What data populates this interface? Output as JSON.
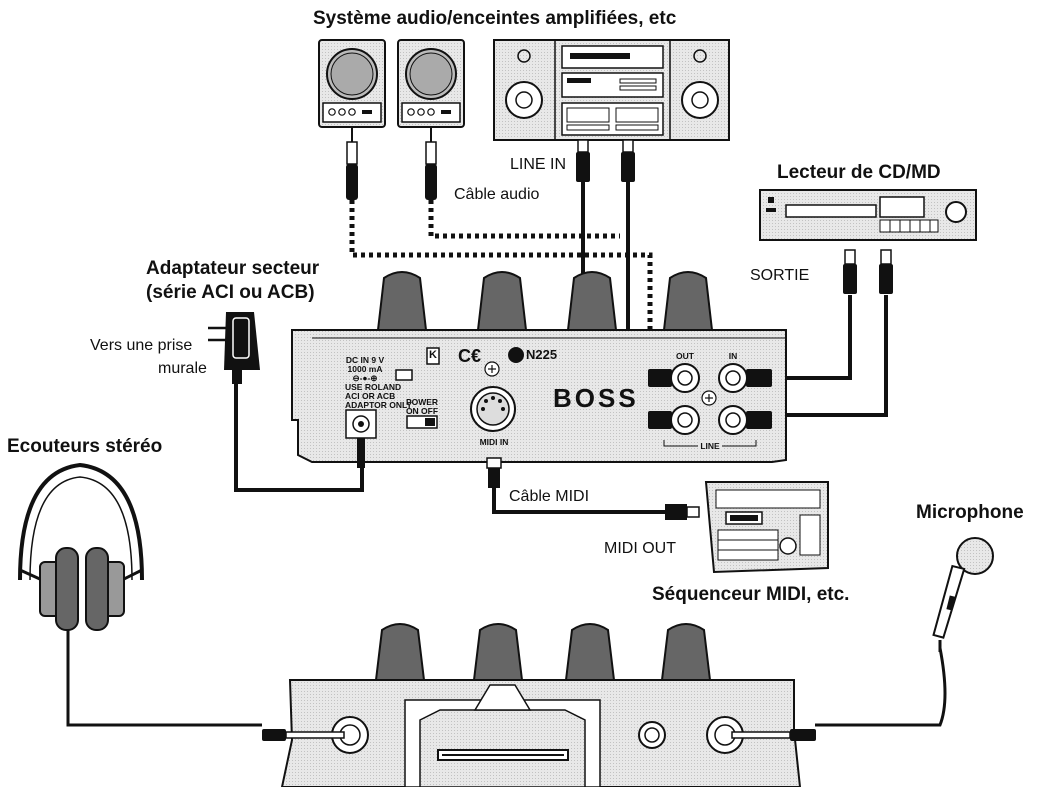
{
  "labels": {
    "audio_system": "Système audio/enceintes amplifiées, etc",
    "cd_player": "Lecteur de CD/MD",
    "adapter_line1": "Adaptateur secteur",
    "adapter_line2": "(série ACI ou ACB)",
    "wall_line1": "Vers une prise",
    "wall_line2": "murale",
    "headphones": "Ecouteurs stéréo",
    "line_in": "LINE IN",
    "audio_cable": "Câble audio",
    "sortie": "SORTIE",
    "midi_cable": "Câble MIDI",
    "midi_out": "MIDI OUT",
    "sequencer": "Séquenceur MIDI, etc.",
    "microphone": "Microphone"
  },
  "panel": {
    "dc_in_1": "DC IN 9 V",
    "dc_in_2": "1000 mA",
    "polarity": "⊖-●-⊕",
    "use_roland": "USE ROLAND",
    "aci_acb": "ACI OR ACB",
    "adaptor_only": "ADAPTOR ONLY",
    "power": "POWER",
    "on_off": "ON  OFF",
    "ce": "C€",
    "n225": "N225",
    "midi_in": "MIDI IN",
    "out": "OUT",
    "in": "IN",
    "line": "LINE",
    "brand": "BOSS",
    "kensington": "K"
  }
}
